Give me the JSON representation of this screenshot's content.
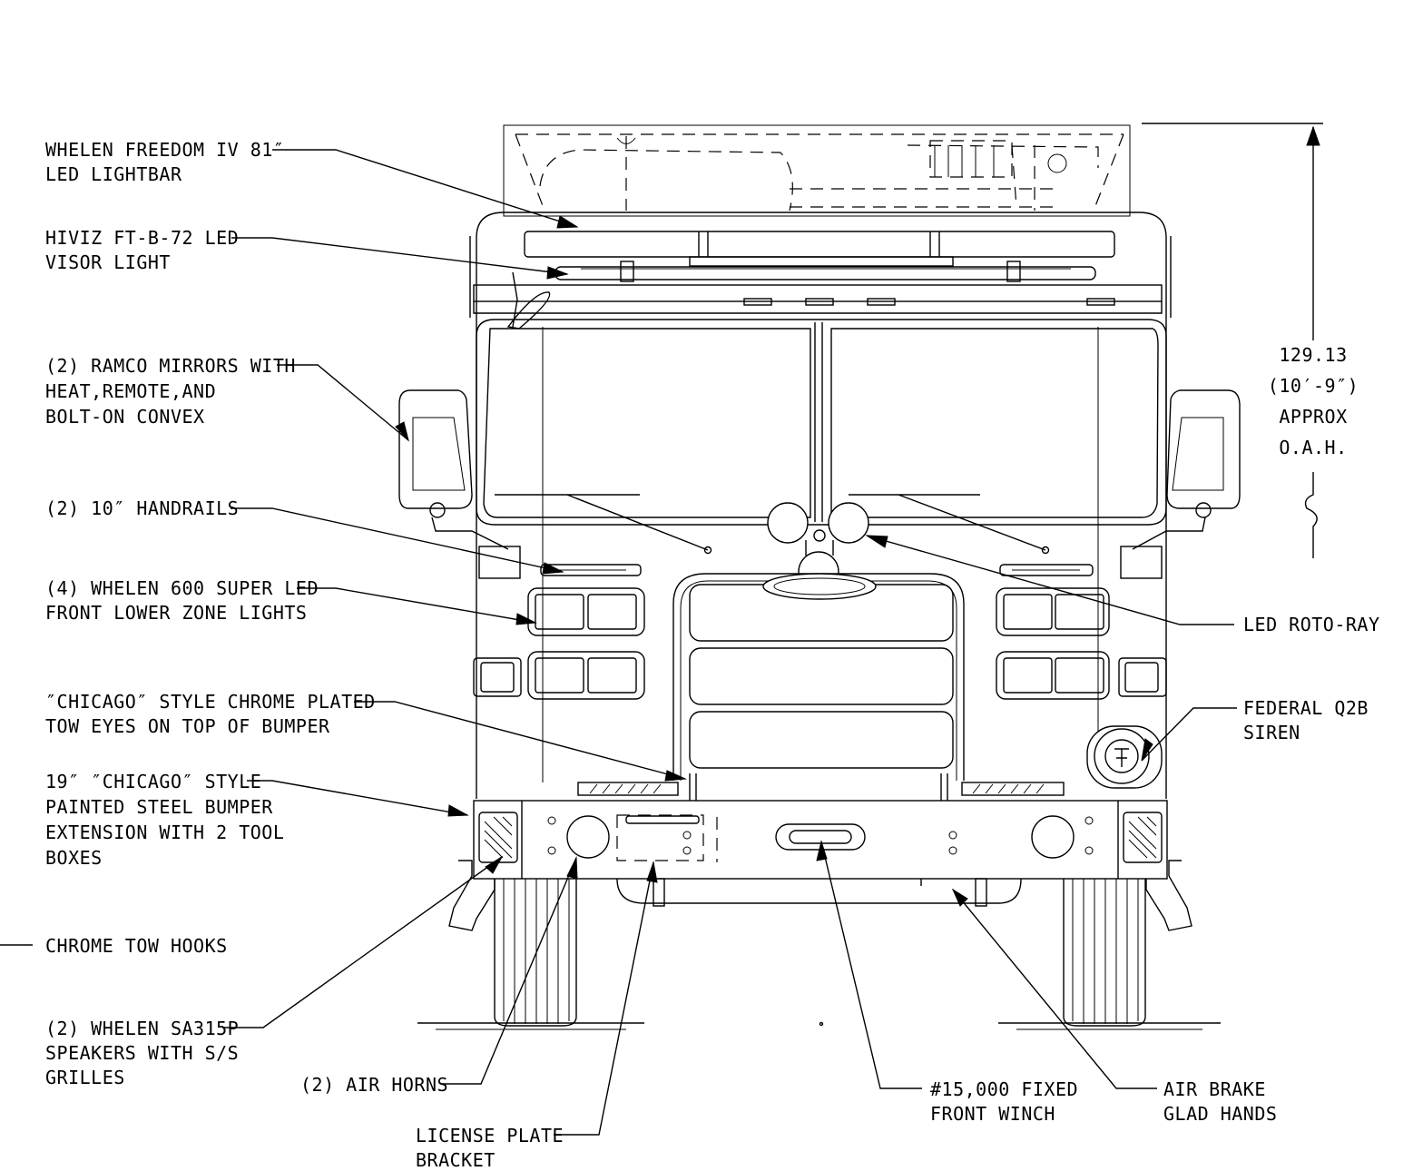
{
  "callouts": {
    "lightbar": [
      "WHELEN FREEDOM IV 81″",
      "LED LIGHTBAR"
    ],
    "visor_light": [
      "HIVIZ FT-B-72 LED",
      "VISOR LIGHT"
    ],
    "mirrors": [
      "(2) RAMCO MIRRORS WITH",
      "HEAT,REMOTE,AND",
      "BOLT-ON CONVEX"
    ],
    "handrails": [
      "(2) 10″ HANDRAILS"
    ],
    "zone_lights": [
      "(4) WHELEN 600 SUPER LED",
      "FRONT LOWER ZONE LIGHTS"
    ],
    "tow_eyes": [
      "″CHICAGO″ STYLE CHROME PLATED",
      "TOW EYES ON TOP OF BUMPER"
    ],
    "bumper": [
      "19″ ″CHICAGO″ STYLE",
      "PAINTED STEEL BUMPER",
      "EXTENSION WITH 2 TOOL",
      "BOXES"
    ],
    "tow_hooks": [
      "CHROME TOW HOOKS"
    ],
    "speakers": [
      "(2) WHELEN SA315P",
      "SPEAKERS WITH S/S",
      "GRILLES"
    ],
    "air_horns": [
      "(2) AIR HORNS"
    ],
    "license_plate": [
      "LICENSE PLATE",
      "BRACKET"
    ],
    "winch": [
      "#15,000 FIXED",
      "FRONT WINCH"
    ],
    "glad_hands": [
      "AIR BRAKE",
      "GLAD HANDS"
    ],
    "siren": [
      "FEDERAL Q2B",
      "SIREN"
    ],
    "roto_ray": [
      "LED ROTO-RAY"
    ]
  },
  "dimension": [
    "129.13",
    "(10′-9″)",
    "APPROX",
    "O.A.H."
  ]
}
